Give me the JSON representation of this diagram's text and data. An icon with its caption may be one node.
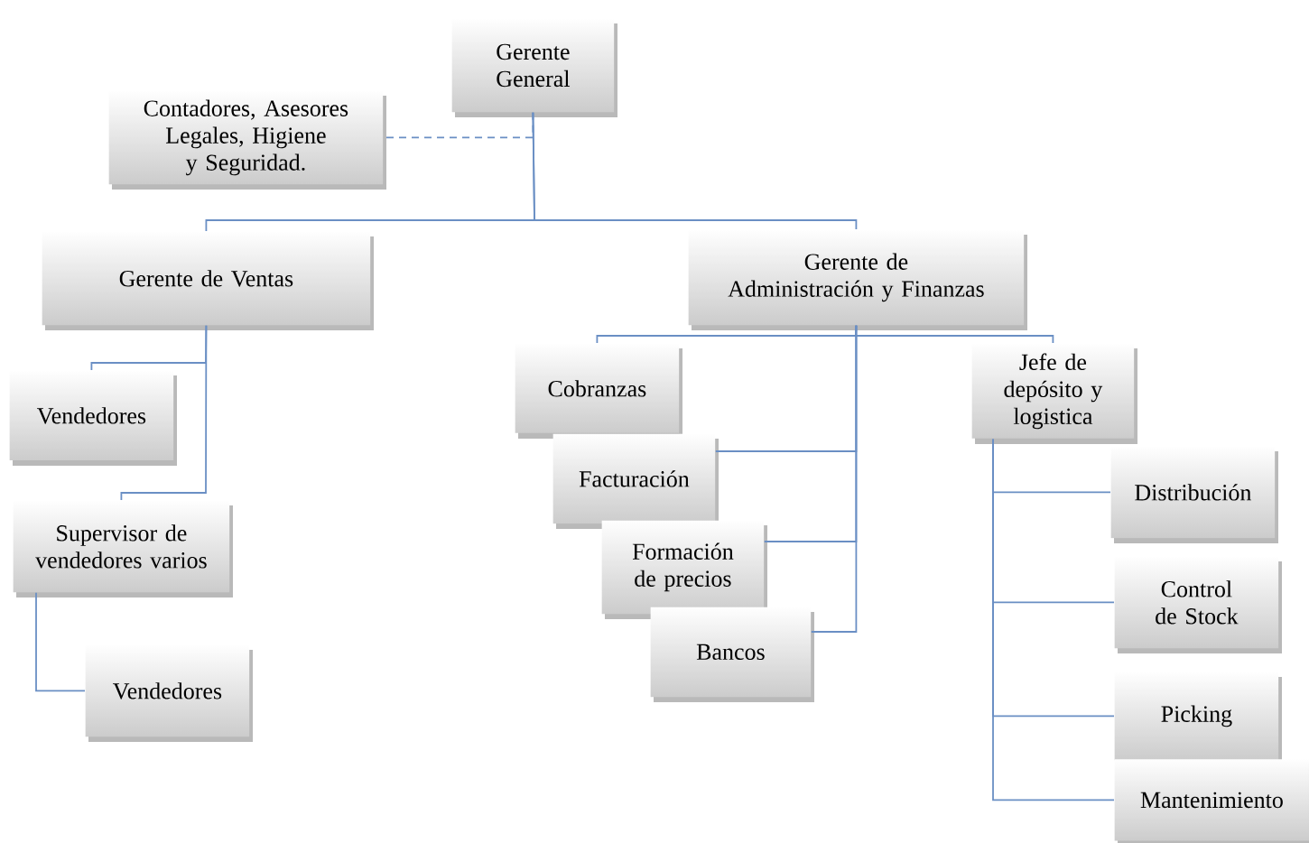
{
  "diagram": {
    "nodes": [
      {
        "text": [
          "Gerente General"
        ]
      },
      {
        "text": [
          "Contadores, Asesores Legales, Higiene y Seguridad."
        ]
      },
      {
        "text": [
          "Gerente de Ventas"
        ]
      },
      {
        "text": [
          "Gerente de Administración y Finanzas"
        ]
      },
      {
        "text": [
          "Vendedores"
        ]
      },
      {
        "text": [
          "Supervisor de vendedores varios"
        ]
      },
      {
        "text": [
          "Vendedores"
        ]
      },
      {
        "text": [
          "Cobranzas"
        ]
      },
      {
        "text": [
          "Facturación"
        ]
      },
      {
        "text": [
          "Formación de precios"
        ]
      },
      {
        "text": [
          "Bancos"
        ]
      },
      {
        "text": [
          "Jefe de depósito y logistica"
        ]
      },
      {
        "text": [
          "Distribución"
        ]
      },
      {
        "text": [
          "Control de Stock"
        ]
      },
      {
        "text": [
          "Picking"
        ]
      },
      {
        "text": [
          "Mantenimiento"
        ]
      }
    ],
    "edges": [
      {
        "from": 0,
        "to": 1,
        "arrow": "none",
        "style": "dashed"
      },
      {
        "from": 0,
        "to": 2,
        "arrow": "none"
      },
      {
        "from": 0,
        "to": 3,
        "arrow": "none"
      },
      {
        "from": 2,
        "to": 4,
        "arrow": "none"
      },
      {
        "from": 2,
        "to": 5,
        "arrow": "none"
      },
      {
        "from": 5,
        "to": 6,
        "arrow": "none"
      },
      {
        "from": 3,
        "to": 7,
        "arrow": "none"
      },
      {
        "from": 3,
        "to": 8,
        "arrow": "none"
      },
      {
        "from": 3,
        "to": 9,
        "arrow": "none"
      },
      {
        "from": 3,
        "to": 10,
        "arrow": "none"
      },
      {
        "from": 3,
        "to": 11,
        "arrow": "none"
      },
      {
        "from": 11,
        "to": 12,
        "arrow": "none"
      },
      {
        "from": 11,
        "to": 13,
        "arrow": "none"
      },
      {
        "from": 11,
        "to": 14,
        "arrow": "none"
      },
      {
        "from": 11,
        "to": 15,
        "arrow": "none"
      }
    ]
  }
}
